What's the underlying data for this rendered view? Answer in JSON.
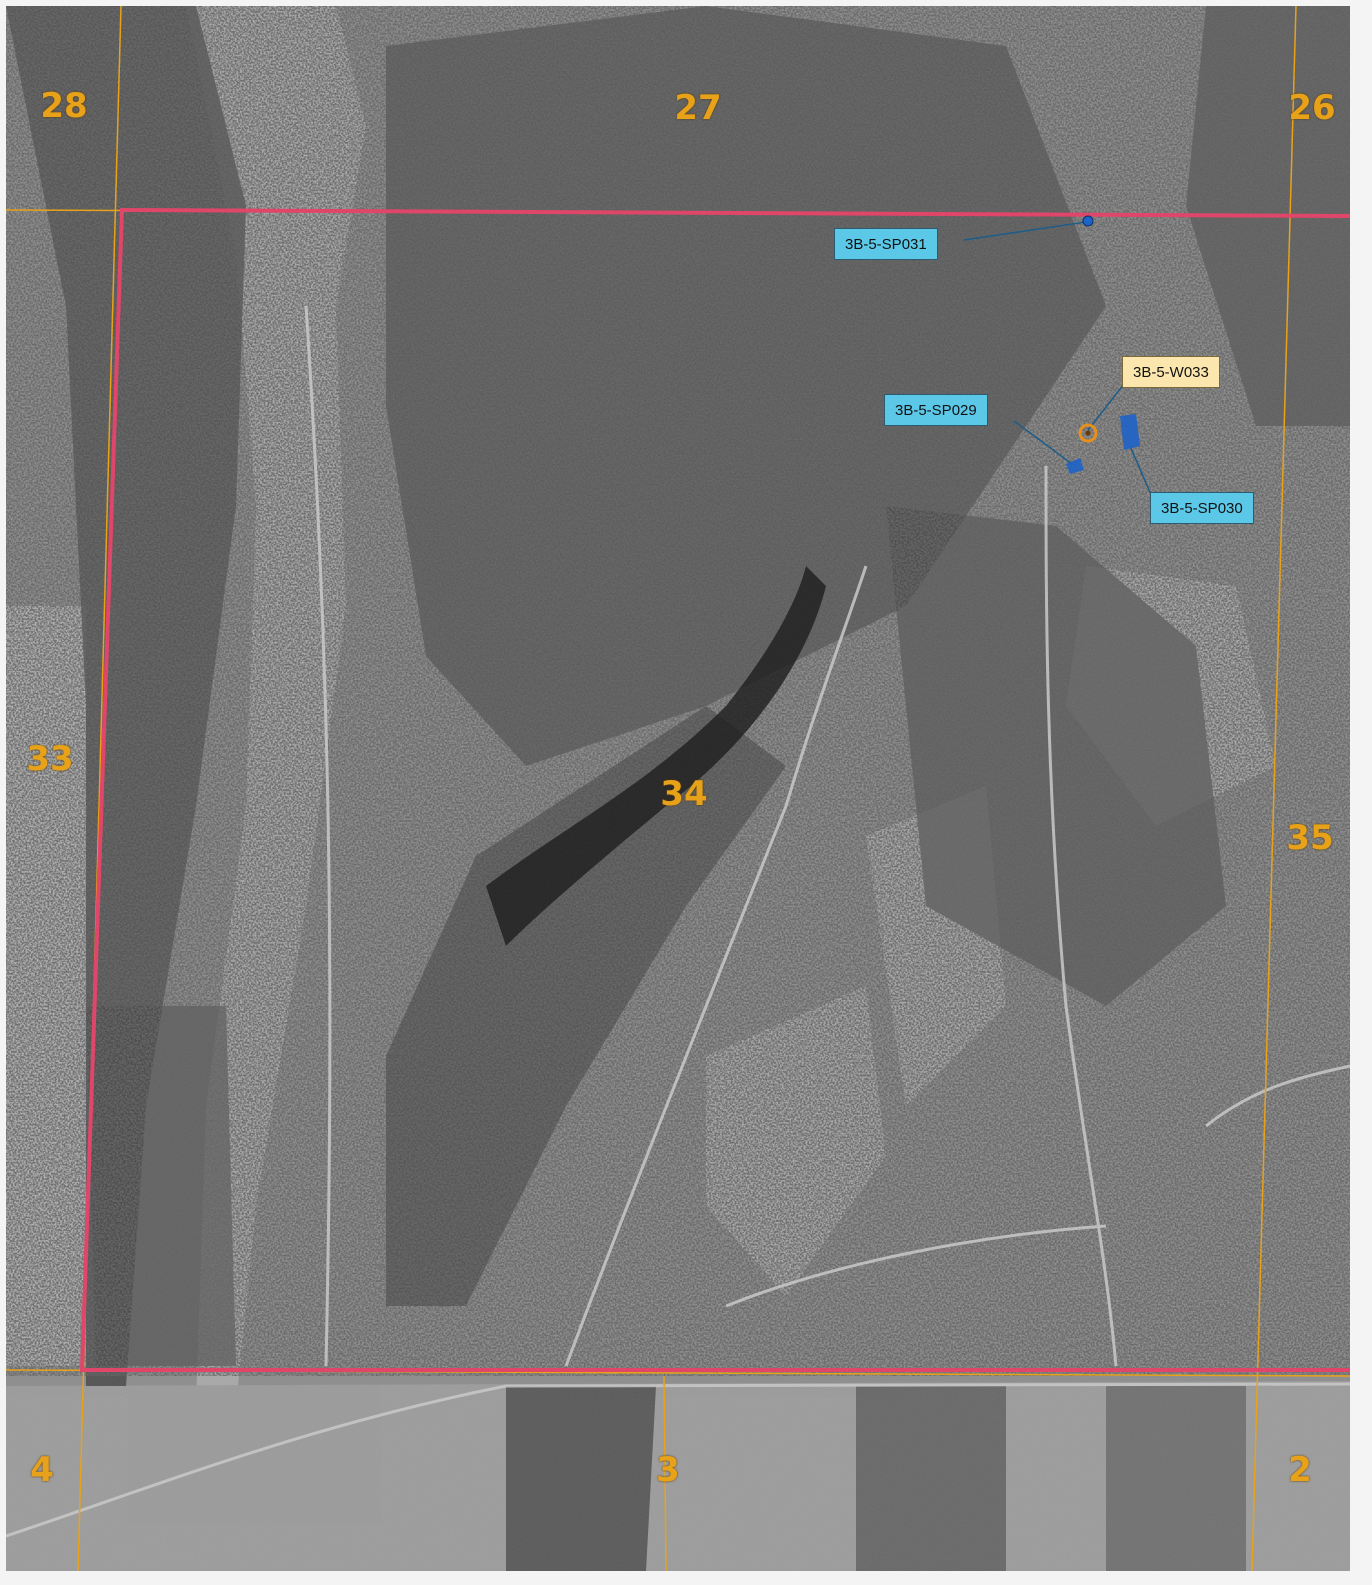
{
  "map": {
    "section_numbers": {
      "s28": "28",
      "s27": "27",
      "s26": "26",
      "s33": "33",
      "s34": "34",
      "s35": "35",
      "s4": "4",
      "s3": "3",
      "s2": "2"
    },
    "colors": {
      "section_line": "#e8a21a",
      "study_boundary": "#e0456a",
      "spring_marker": "#1e63c8",
      "well_marker": "#e8901a",
      "spring_label_bg": "#5cc8e8",
      "well_label_bg": "#fbe7ad"
    },
    "sites": {
      "sp031": {
        "label": "3B-5-SP031",
        "type": "spring"
      },
      "sp029": {
        "label": "3B-5-SP029",
        "type": "spring"
      },
      "w033": {
        "label": "3B-5-W033",
        "type": "well"
      },
      "sp030": {
        "label": "3B-5-SP030",
        "type": "spring"
      }
    }
  }
}
